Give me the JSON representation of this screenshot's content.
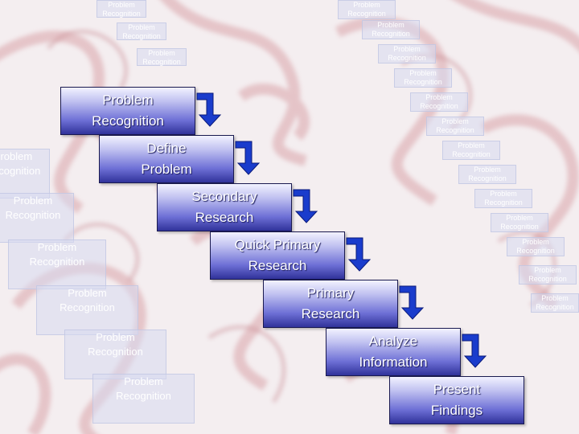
{
  "steps": [
    {
      "label": "Problem\nRecognition"
    },
    {
      "label": "Define\nProblem"
    },
    {
      "label": "Secondary\nResearch"
    },
    {
      "label": "Quick Primary\nResearch"
    },
    {
      "label": "Primary\nResearch"
    },
    {
      "label": "Analyze\nInformation"
    },
    {
      "label": "Present\nFindings"
    }
  ],
  "background_label": "Problem\nRecognition",
  "colors": {
    "arrow": "#1a3ccc",
    "box_dark": "#30329a",
    "box_light": "#f2f2ff",
    "swirl": "#d9a3a8"
  }
}
